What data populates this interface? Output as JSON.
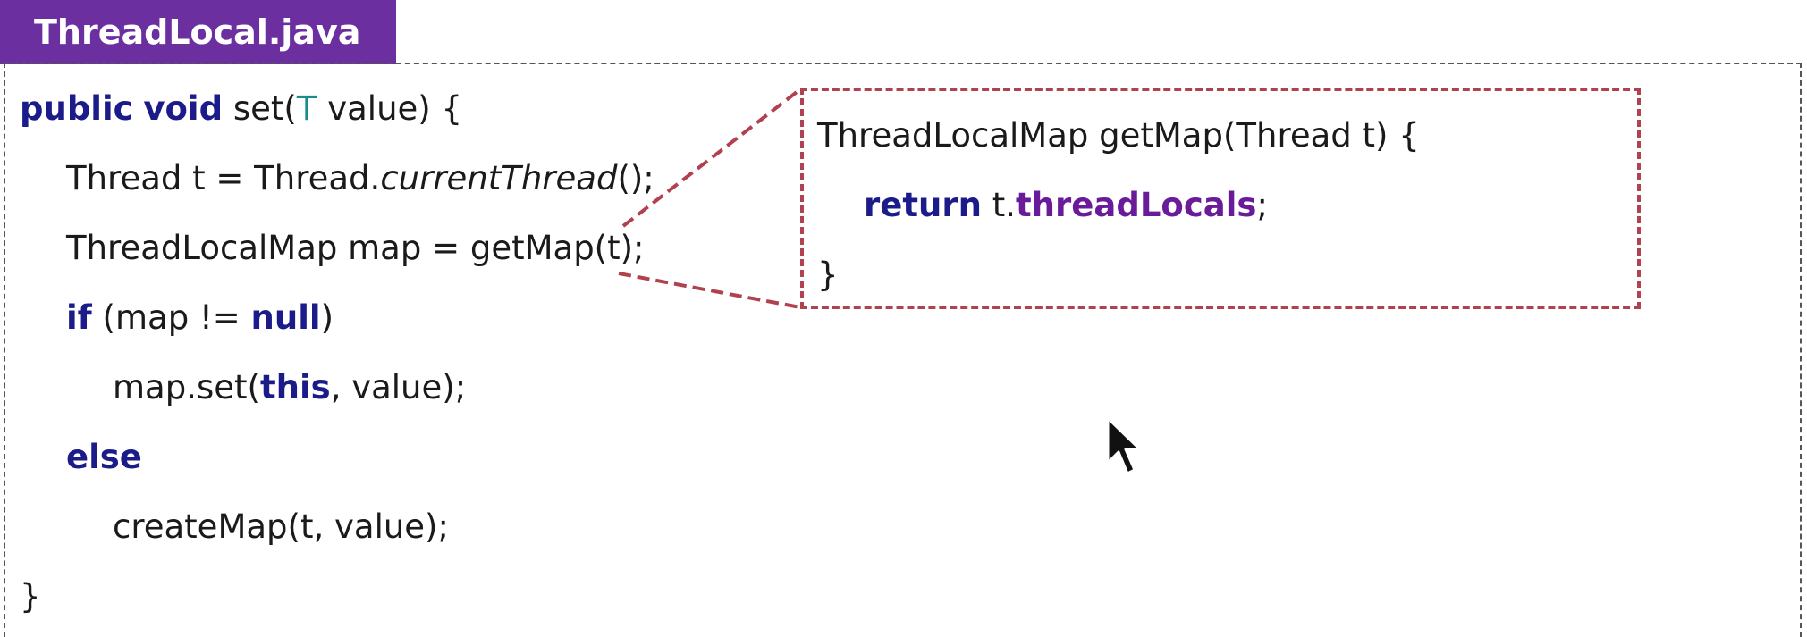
{
  "file_tab": {
    "title": "ThreadLocal.java"
  },
  "main_code": {
    "line1": {
      "kw_public": "public",
      "kw_void": "void",
      "pre_type": " set(",
      "type_param": "T",
      "post_type": " value) {"
    },
    "line2": {
      "pre": "Thread t = Thread.",
      "method": "currentThread",
      "post": "();"
    },
    "line3": {
      "text": "ThreadLocalMap map = getMap(t);"
    },
    "line4": {
      "kw_if": "if",
      "mid": " (map != ",
      "kw_null": "null",
      "post": ")"
    },
    "line5": {
      "pre": "map.set(",
      "kw_this": "this",
      "post": ", value);"
    },
    "line6": {
      "kw_else": "else"
    },
    "line7": {
      "text": "createMap(t, value);"
    },
    "line8": {
      "text": "}"
    }
  },
  "popup_code": {
    "line1": {
      "text": "ThreadLocalMap getMap(Thread t) {"
    },
    "line2": {
      "kw_return": "return",
      "pre": " t.",
      "field": "threadLocals",
      "post": ";"
    },
    "line3": {
      "text": "}"
    }
  },
  "colors": {
    "tab_bg": "#6b2fa0",
    "keyword": "#1b1b8a",
    "type_param": "#1a8a8a",
    "field": "#6a1b9a",
    "callout_border": "#b0414f"
  },
  "icons": {
    "cursor": "mouse-pointer-icon"
  }
}
